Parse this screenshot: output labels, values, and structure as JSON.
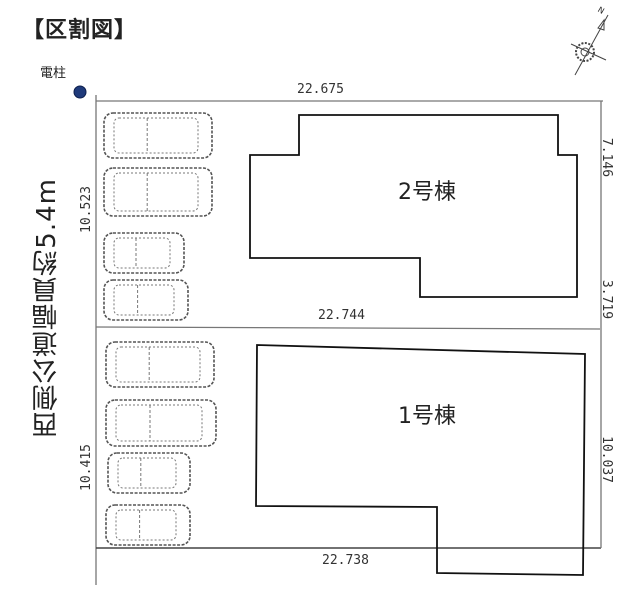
{
  "title": "【区割図】",
  "utility_pole": {
    "label": "電柱",
    "color": "#1f3a7a"
  },
  "road_label": "西側公道幅員約5.4m",
  "compass": {
    "icon": "north-arrow-compass",
    "label": "N"
  },
  "dimensions": {
    "top": "22.675",
    "middle": "22.744",
    "bottom": "22.738",
    "left_upper": "10.523",
    "left_lower": "10.415",
    "right_upper_a": "7.146",
    "right_upper_b": "3.719",
    "right_lower": "10.037"
  },
  "buildings": [
    {
      "label": "2号棟"
    },
    {
      "label": "1号棟"
    }
  ],
  "parking_spaces_per_lot": 4
}
